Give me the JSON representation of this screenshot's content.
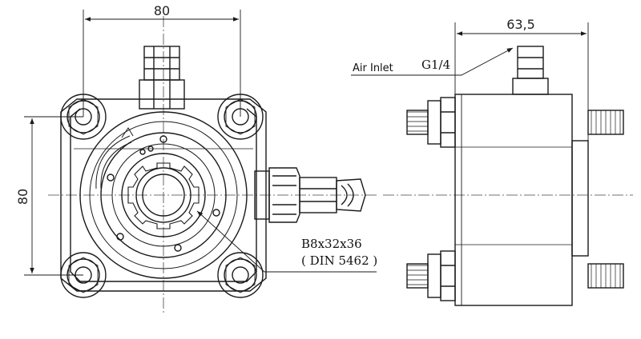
{
  "front_view": {
    "dim_width": "80",
    "dim_height": "80",
    "shaft_spec": "B8x32x36",
    "shaft_standard": "( DIN 5462 )"
  },
  "side_view": {
    "dim_depth": "63,5",
    "inlet_label": "Air Inlet",
    "port_thread": "G1/4"
  },
  "colors": {
    "line": "#1a1a1a",
    "centerline": "#444444",
    "background": "#ffffff"
  }
}
